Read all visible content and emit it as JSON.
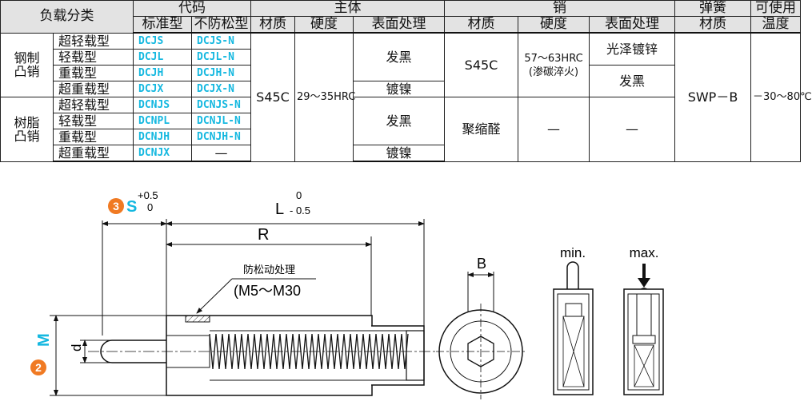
{
  "table": {
    "header": {
      "load_class": "负载分类",
      "code": "代码",
      "code_std": "标准型",
      "code_anti": "不防松型",
      "body": "主体",
      "pin": "销",
      "spring": "弹簧",
      "usable_temp_1": "可使用",
      "usable_temp_2": "温度",
      "material": "材质",
      "hardness": "硬度",
      "surface": "表面处理"
    },
    "groups": [
      {
        "name_1": "钢制",
        "name_2": "凸销",
        "rows": [
          {
            "load": "超轻载型",
            "std": "DCJS",
            "anti": "DCJS-N"
          },
          {
            "load": "轻载型",
            "std": "DCJL",
            "anti": "DCJL-N"
          },
          {
            "load": "重载型",
            "std": "DCJH",
            "anti": "DCJH-N"
          },
          {
            "load": "超重载型",
            "std": "DCJX",
            "anti": "DCJX-N"
          }
        ],
        "body_surface_a": "发黑",
        "body_surface_b": "镀镍",
        "pin_material": "S45C",
        "pin_hardness_1": "57～63HRC",
        "pin_hardness_2": "(渗碳淬火)",
        "pin_surface_a": "光泽镀锌",
        "pin_surface_b": "发黑"
      },
      {
        "name_1": "树脂",
        "name_2": "凸销",
        "rows": [
          {
            "load": "超轻载型",
            "std": "DCNJS",
            "anti": "DCNJS-N"
          },
          {
            "load": "轻载型",
            "std": "DCNPL",
            "anti": "DCNJL-N"
          },
          {
            "load": "重载型",
            "std": "DCNJH",
            "anti": "DCNJH-N"
          },
          {
            "load": "超重载型",
            "std": "DCNJX",
            "anti": "—"
          }
        ],
        "body_surface_a": "发黑",
        "body_surface_b": "镀镍",
        "pin_material": "聚缩醛",
        "pin_hardness": "—",
        "pin_surface": "—"
      }
    ],
    "body_material": "S45C",
    "body_hardness": "29～35HRC",
    "spring_material": "SWP－B",
    "temperature": "－30～80℃"
  },
  "drawing": {
    "badge_s": "3",
    "badge_m": "2",
    "s_label": "S",
    "s_tol_upper": "+0.5",
    "s_tol_lower": "0",
    "m_label": "M",
    "l_label": "L",
    "l_tol_upper": "0",
    "l_tol_lower": "- 0.5",
    "r_label": "R",
    "d_label": "d",
    "b_label": "B",
    "anti_loose_note": "防松动处理",
    "thread_range": "(M5～M30",
    "min_label": "min.",
    "max_label": "max.",
    "badge_color": "#f07a23",
    "accent_color": "#15b8e0"
  }
}
